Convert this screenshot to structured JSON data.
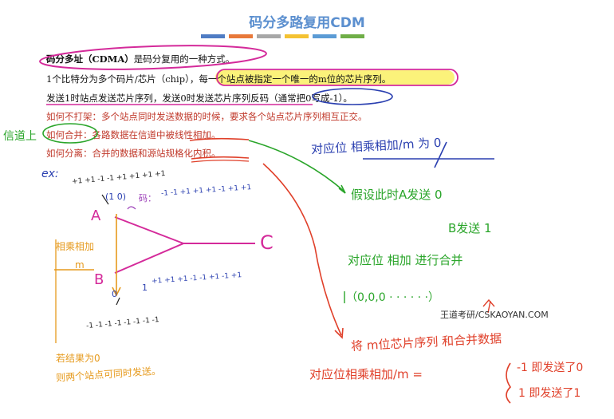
{
  "title": "码分多路复用CDM",
  "title_bar_colors": [
    "#4f7cc4",
    "#e8793a",
    "#a7a7a7",
    "#f4c232",
    "#5b9bd5",
    "#6fae47"
  ],
  "lines": {
    "l1_bold": "码分多址（CDMA）",
    "l1_rest": "是码分复用的一种方式。",
    "l2": "1个比特分为多个码片/芯片（chip），每一个站点被指定一个唯一的m位的芯片序列。",
    "l3": "发送1时站点发送芯片序列，发送0时发送芯片序列反码（通常把0写成-1）。",
    "l4": "如何不打架：多个站点同时发送数据的时候，要求各个站点芯片序列相互正交。",
    "l5": "如何合并：各路数据在信道中被线性相加。",
    "l6": "如何分离：合并的数据和源站规格化内积。"
  },
  "handwriting": {
    "channel": "信道上",
    "ex": "ex:",
    "seq_top": "+1 +1 -1 -1 +1 +1 +1 +1",
    "label_a": "A",
    "label_b": "B",
    "label_c": "C",
    "code_a": "(1 0)",
    "code_label": "码：",
    "seq_a": "-1 -1 +1 +1 +1 -1 +1 +1",
    "seq_b_prefix": "1",
    "seq_b": "+1 +1 +1 -1 -1 +1 -1 +1",
    "zero": "0",
    "seq_bottom": "-1 -1 -1 -1 -1 -1 -1 -1",
    "mult_add": "相乘相加",
    "over_m": "m",
    "result_zero": "若结果为0",
    "both_send": "则两个站点可同时发送。",
    "corr_zero": "对应位 相乘相加/m 为 0",
    "assume_a": "假设此时A发送 0",
    "assume_b": "B发送 1",
    "corr_merge": "对应位 相加 进行合并",
    "merged": "（0,0,0 · · · · · ·）",
    "take_m": "将 m位芯片序列 和合并数据",
    "corr_formula": "对应位相乘相加/m =",
    "case_neg": "-1 即发送了0",
    "case_pos": "1 即发送了1"
  },
  "watermark": "王道考研/CSKAOYAN.COM"
}
